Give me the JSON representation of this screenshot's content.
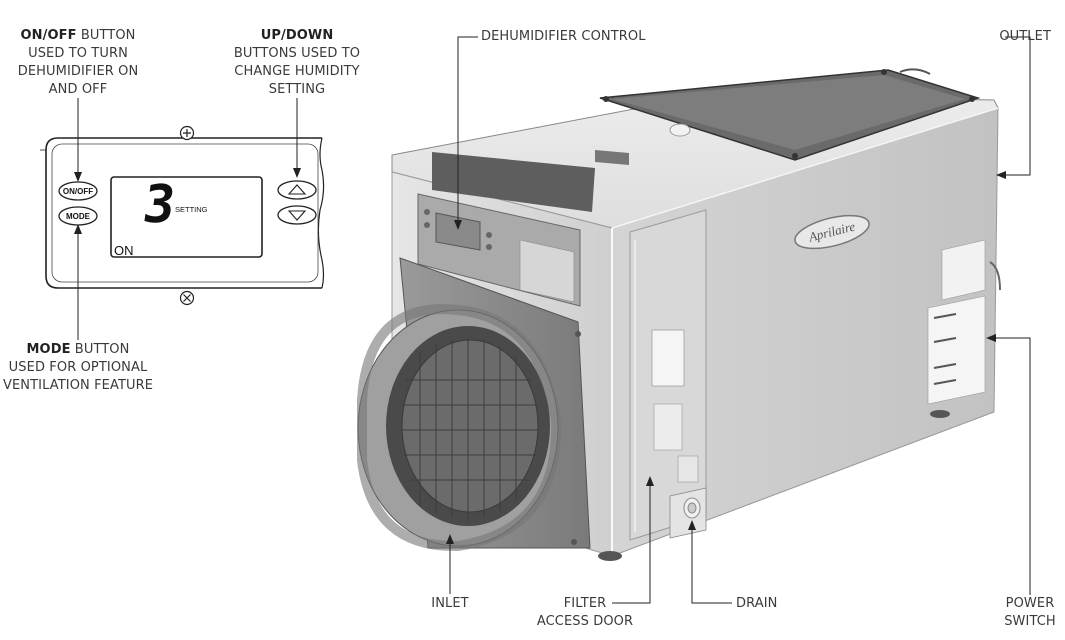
{
  "callouts": {
    "onoff": {
      "bold": "ON/OFF",
      "rest": " BUTTON",
      "line2": "USED TO TURN",
      "line3": "DEHUMIDIFIER ON",
      "line4": "AND OFF"
    },
    "updown": {
      "bold": "UP/DOWN",
      "line2": "BUTTONS USED TO",
      "line3": "CHANGE HUMIDITY",
      "line4": "SETTING"
    },
    "mode": {
      "bold": "MODE",
      "rest": " BUTTON",
      "line2": "USED FOR OPTIONAL",
      "line3": "VENTILATION FEATURE"
    },
    "control": "DEHUMIDIFIER CONTROL",
    "outlet": "OUTLET",
    "inlet": "INLET",
    "filter": {
      "line1": "FILTER",
      "line2": "ACCESS DOOR"
    },
    "drain": "DRAIN",
    "power": {
      "line1": "POWER",
      "line2": "SWITCH"
    }
  },
  "panel": {
    "onoff_button": "ON/OFF",
    "mode_button": "MODE",
    "display_digit": "3",
    "display_setting": "SETTING",
    "display_status": "ON"
  },
  "brand": "Aprilaire",
  "colors": {
    "body": "#dcdcdc",
    "body_shade": "#bdbdbd",
    "lid": "#6e6e6e",
    "inlet": "#8c8c8c",
    "line": "#222222"
  }
}
